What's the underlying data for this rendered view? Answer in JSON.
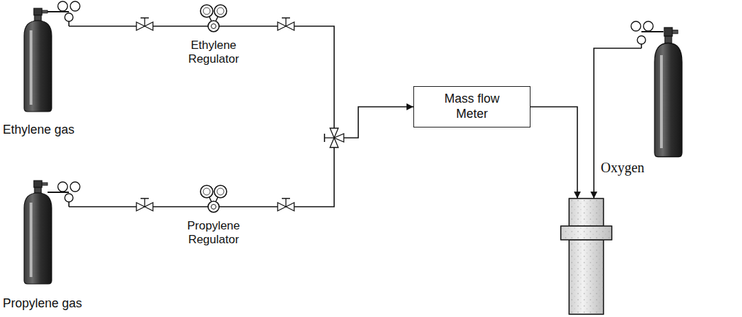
{
  "diagram": {
    "nodes": [
      {
        "text": [
          "Mass flow Meter"
        ]
      }
    ],
    "labels": [
      "Ethylene Regulator",
      "Ethylene gas",
      "Oxygen",
      "Propylene Regulator",
      "Propylene gas"
    ]
  }
}
